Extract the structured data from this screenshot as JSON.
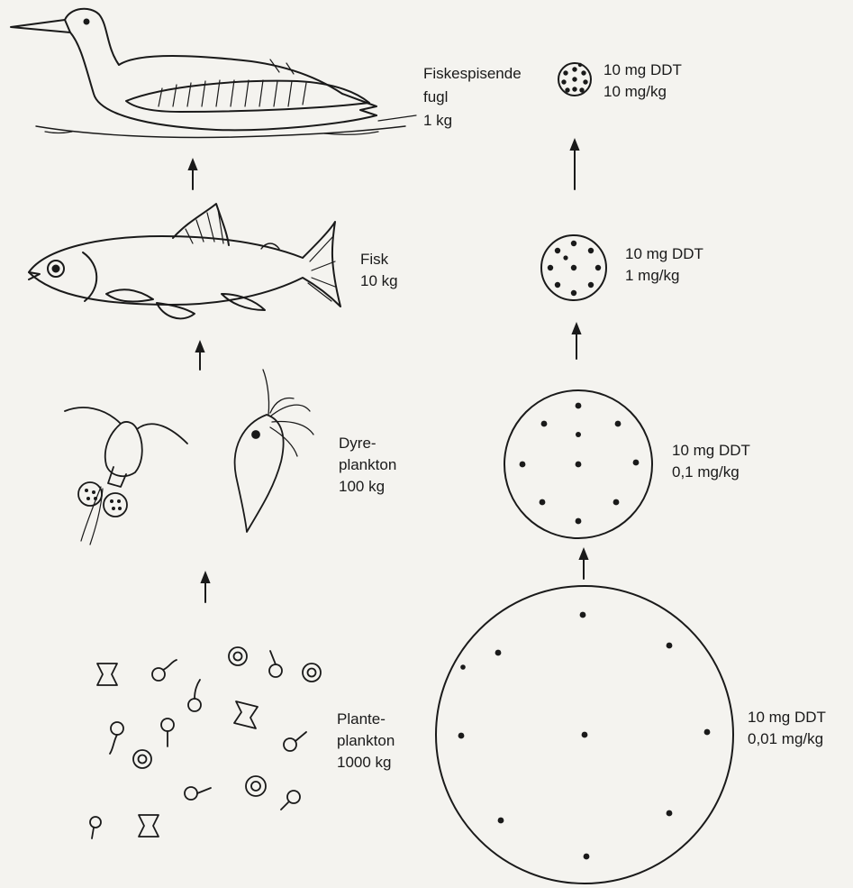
{
  "levels": [
    {
      "id": "bird",
      "label_lines": [
        "Fiskespisende",
        "fugl"
      ],
      "mass": "1 kg",
      "ddt_amount": "10 mg DDT",
      "ddt_concentration": "10 mg/kg",
      "animal_icon": "loon-bird-icon"
    },
    {
      "id": "fish",
      "label_lines": [
        "Fisk"
      ],
      "mass": "10 kg",
      "ddt_amount": "10 mg DDT",
      "ddt_concentration": "1 mg/kg",
      "animal_icon": "fish-icon"
    },
    {
      "id": "zooplankton",
      "label_lines": [
        "Dyre-",
        "plankton"
      ],
      "mass": "100 kg",
      "ddt_amount": "10 mg DDT",
      "ddt_concentration": "0,1 mg/kg",
      "animal_icon": "zooplankton-icon"
    },
    {
      "id": "phytoplankton",
      "label_lines": [
        "Plante-",
        "plankton"
      ],
      "mass": "1000 kg",
      "ddt_amount": "10 mg DDT",
      "ddt_concentration": "0,01 mg/kg",
      "animal_icon": "phytoplankton-icon"
    }
  ],
  "colors": {
    "ink": "#1a1a1a",
    "paper": "#f4f3ef"
  }
}
